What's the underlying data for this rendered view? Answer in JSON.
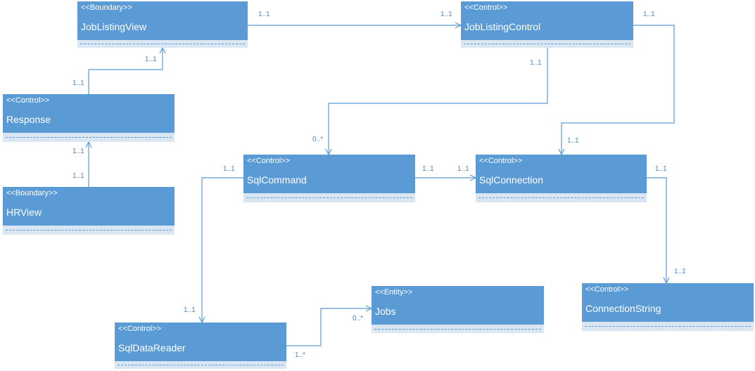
{
  "diagram": {
    "line_color": "#5b9bd5",
    "box_color": "#5b9bd5",
    "classes": {
      "job_listing_view": {
        "stereotype": "<<Boundary>>",
        "name": "JobListingView"
      },
      "job_listing_control": {
        "stereotype": "<<Control>>",
        "name": "JobListingControl"
      },
      "response": {
        "stereotype": "<<Control>>",
        "name": "Response"
      },
      "hr_view": {
        "stereotype": "<<Boundary>>",
        "name": "HRView"
      },
      "sql_command": {
        "stereotype": "<<Control>>",
        "name": "SqlCommand"
      },
      "sql_connection": {
        "stereotype": "<<Control>>",
        "name": "SqlConnection"
      },
      "jobs": {
        "stereotype": "<<Entity>>",
        "name": "Jobs"
      },
      "sql_data_reader": {
        "stereotype": "<<Control>>",
        "name": "SqlDataReader"
      },
      "connection_string": {
        "stereotype": "<<Control>>",
        "name": "ConnectionString"
      }
    },
    "multiplicities": {
      "view_to_control_source": "1..1",
      "view_to_control_target": "1..1",
      "control_to_connection_source": "1..1",
      "control_to_command_source": "1..1",
      "control_to_command_target": "0..*",
      "control_to_connection_target": "1..1",
      "response_to_view_target": "1..1",
      "response_to_view_source": "1..1",
      "hrview_to_response_target": "1..1",
      "hrview_to_response_source": "1..1",
      "command_to_connection_source": "1..1",
      "command_to_connection_target": "1..1",
      "command_to_reader_source": "1..1",
      "command_to_reader_target": "1..1",
      "connection_to_string_source": "1..1",
      "connection_to_string_target": "1..1",
      "reader_to_jobs_target": "0..*",
      "reader_to_jobs_source": "1..*"
    }
  }
}
